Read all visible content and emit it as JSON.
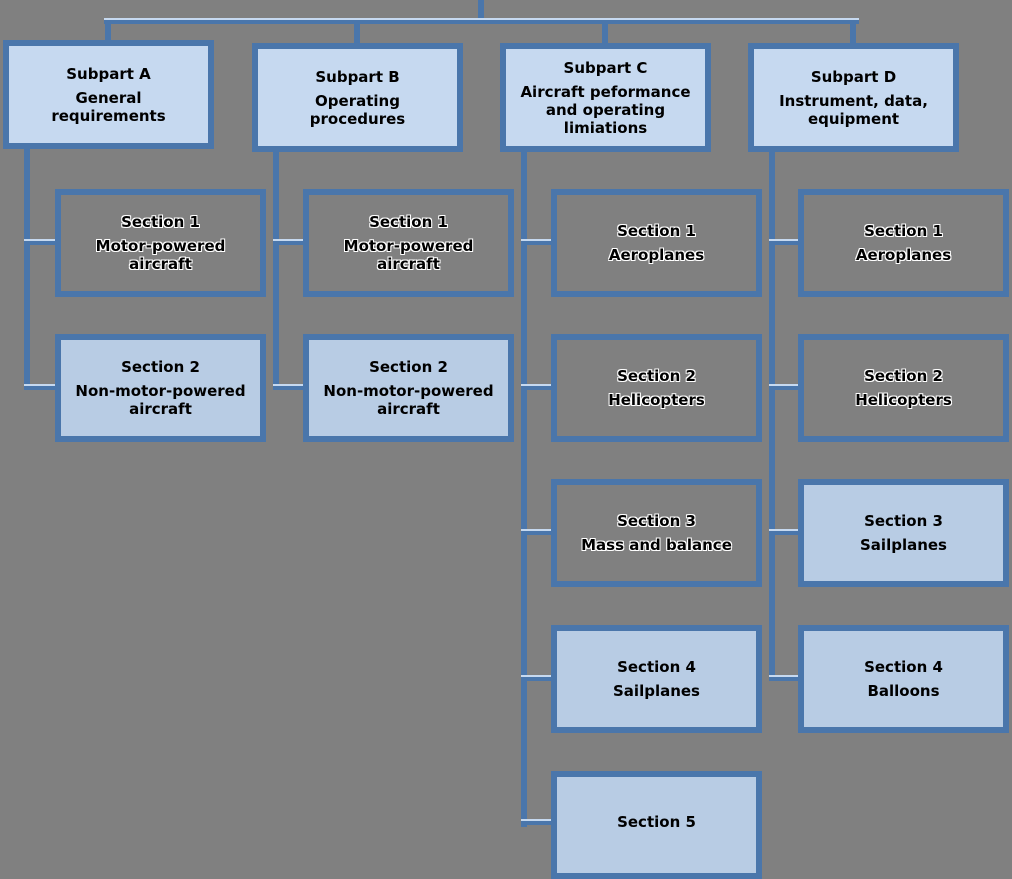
{
  "colors": {
    "line": "#4a76ab",
    "subpart_fill": "#c6d9f0",
    "section_fill": "#b8cce4",
    "background": "#808080"
  },
  "subparts": [
    {
      "title": "Subpart A",
      "subtitle": "General requirements",
      "sections": [
        {
          "title": "Section 1",
          "subtitle": "Motor-powered aircraft",
          "style": "outlined"
        },
        {
          "title": "Section 2",
          "subtitle": "Non-motor-powered aircraft",
          "style": "filled"
        }
      ]
    },
    {
      "title": "Subpart B",
      "subtitle": "Operating procedures",
      "sections": [
        {
          "title": "Section 1",
          "subtitle": "Motor-powered aircraft",
          "style": "outlined"
        },
        {
          "title": "Section 2",
          "subtitle": "Non-motor-powered aircraft",
          "style": "filled"
        }
      ]
    },
    {
      "title": "Subpart C",
      "subtitle": "Aircraft peformance and operating limiations",
      "sections": [
        {
          "title": "Section 1",
          "subtitle": "Aeroplanes",
          "style": "outlined"
        },
        {
          "title": "Section 2",
          "subtitle": "Helicopters",
          "style": "outlined"
        },
        {
          "title": "Section 3",
          "subtitle": "Mass and balance",
          "style": "outlined"
        },
        {
          "title": "Section 4",
          "subtitle": "Sailplanes",
          "style": "filled"
        },
        {
          "title": "Section 5",
          "subtitle": "",
          "style": "filled"
        }
      ]
    },
    {
      "title": "Subpart D",
      "subtitle": "Instrument, data, equipment",
      "sections": [
        {
          "title": "Section 1",
          "subtitle": "Aeroplanes",
          "style": "outlined"
        },
        {
          "title": "Section 2",
          "subtitle": "Helicopters",
          "style": "outlined"
        },
        {
          "title": "Section 3",
          "subtitle": "Sailplanes",
          "style": "filled"
        },
        {
          "title": "Section 4",
          "subtitle": "Balloons",
          "style": "filled"
        }
      ]
    }
  ]
}
